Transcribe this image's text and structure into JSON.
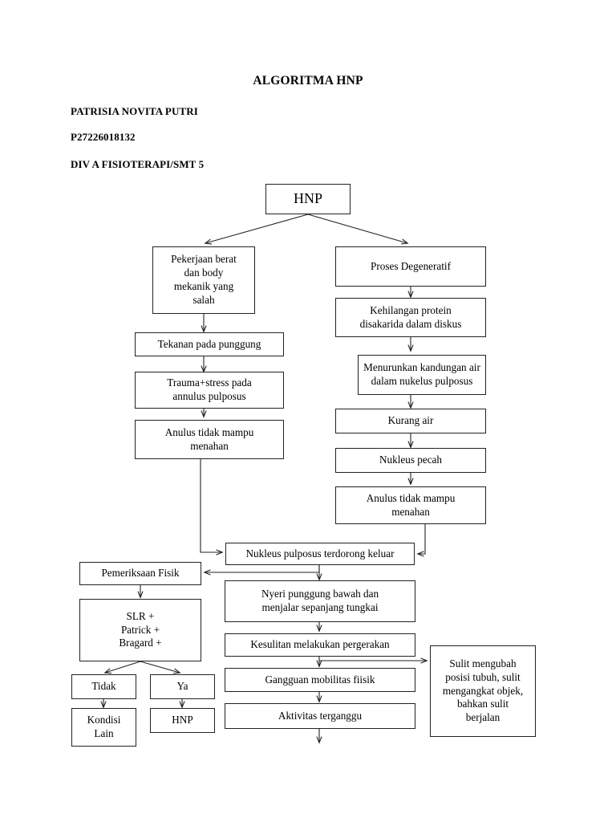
{
  "header": {
    "title": "ALGORITMA HNP",
    "name": "PATRISIA NOVITA PUTRI",
    "student_id": "P27226018132",
    "program": "DIV A FISIOTERAPI/SMT 5"
  },
  "chart_data": {
    "type": "diagram",
    "title": "ALGORITMA HNP",
    "nodes": [
      {
        "id": "hnp_root",
        "label": "HNP"
      },
      {
        "id": "pekerjaan",
        "label": "Pekerjaan berat\ndan body\nmekanik yang\nsalah"
      },
      {
        "id": "degeneratif",
        "label": "Proses Degeneratif"
      },
      {
        "id": "tekanan",
        "label": "Tekanan pada punggung"
      },
      {
        "id": "kehilangan",
        "label": "Kehilangan protein\ndisakarida dalam diskus"
      },
      {
        "id": "trauma",
        "label": "Trauma+stress pada\nannulus pulposus"
      },
      {
        "id": "menurunkan",
        "label": "Menurunkan kandungan air\ndalam nukelus pulposus"
      },
      {
        "id": "anulus_kiri",
        "label": "Anulus tidak mampu\nmenahan"
      },
      {
        "id": "kurang_air",
        "label": "Kurang air"
      },
      {
        "id": "nukleus_pecah",
        "label": "Nukleus pecah"
      },
      {
        "id": "anulus_kanan",
        "label": "Anulus tidak mampu\nmenahan"
      },
      {
        "id": "terdorong",
        "label": "Nukleus pulposus terdorong keluar"
      },
      {
        "id": "pemeriksaan",
        "label": "Pemeriksaan Fisik"
      },
      {
        "id": "nyeri",
        "label": "Nyeri punggung bawah dan\nmenjalar sepanjang tungkai"
      },
      {
        "id": "slr",
        "label": "SLR +\nPatrick +\nBragard +"
      },
      {
        "id": "kesulitan",
        "label": "Kesulitan melakukan pergerakan"
      },
      {
        "id": "gangguan",
        "label": "Gangguan mobilitas fiisik"
      },
      {
        "id": "sulit",
        "label": "Sulit mengubah\nposisi tubuh, sulit\nmengangkat objek,\nbahkan sulit\nberjalan"
      },
      {
        "id": "tidak",
        "label": "Tidak"
      },
      {
        "id": "ya",
        "label": "Ya"
      },
      {
        "id": "aktivitas",
        "label": "Aktivitas terganggu"
      },
      {
        "id": "kondisi_lain",
        "label": "Kondisi\nLain"
      },
      {
        "id": "hnp_leaf",
        "label": "HNP"
      }
    ],
    "edges": [
      {
        "from": "hnp_root",
        "to": "pekerjaan"
      },
      {
        "from": "hnp_root",
        "to": "degeneratif"
      },
      {
        "from": "pekerjaan",
        "to": "tekanan"
      },
      {
        "from": "tekanan",
        "to": "trauma"
      },
      {
        "from": "trauma",
        "to": "anulus_kiri"
      },
      {
        "from": "anulus_kiri",
        "to": "terdorong"
      },
      {
        "from": "degeneratif",
        "to": "kehilangan"
      },
      {
        "from": "kehilangan",
        "to": "menurunkan"
      },
      {
        "from": "menurunkan",
        "to": "kurang_air"
      },
      {
        "from": "kurang_air",
        "to": "nukleus_pecah"
      },
      {
        "from": "nukleus_pecah",
        "to": "anulus_kanan"
      },
      {
        "from": "anulus_kanan",
        "to": "terdorong"
      },
      {
        "from": "terdorong",
        "to": "pemeriksaan"
      },
      {
        "from": "terdorong",
        "to": "nyeri"
      },
      {
        "from": "pemeriksaan",
        "to": "slr"
      },
      {
        "from": "slr",
        "to": "tidak"
      },
      {
        "from": "slr",
        "to": "ya"
      },
      {
        "from": "tidak",
        "to": "kondisi_lain"
      },
      {
        "from": "ya",
        "to": "hnp_leaf"
      },
      {
        "from": "nyeri",
        "to": "kesulitan"
      },
      {
        "from": "kesulitan",
        "to": "gangguan"
      },
      {
        "from": "kesulitan",
        "to": "sulit"
      },
      {
        "from": "gangguan",
        "to": "aktivitas"
      }
    ]
  }
}
